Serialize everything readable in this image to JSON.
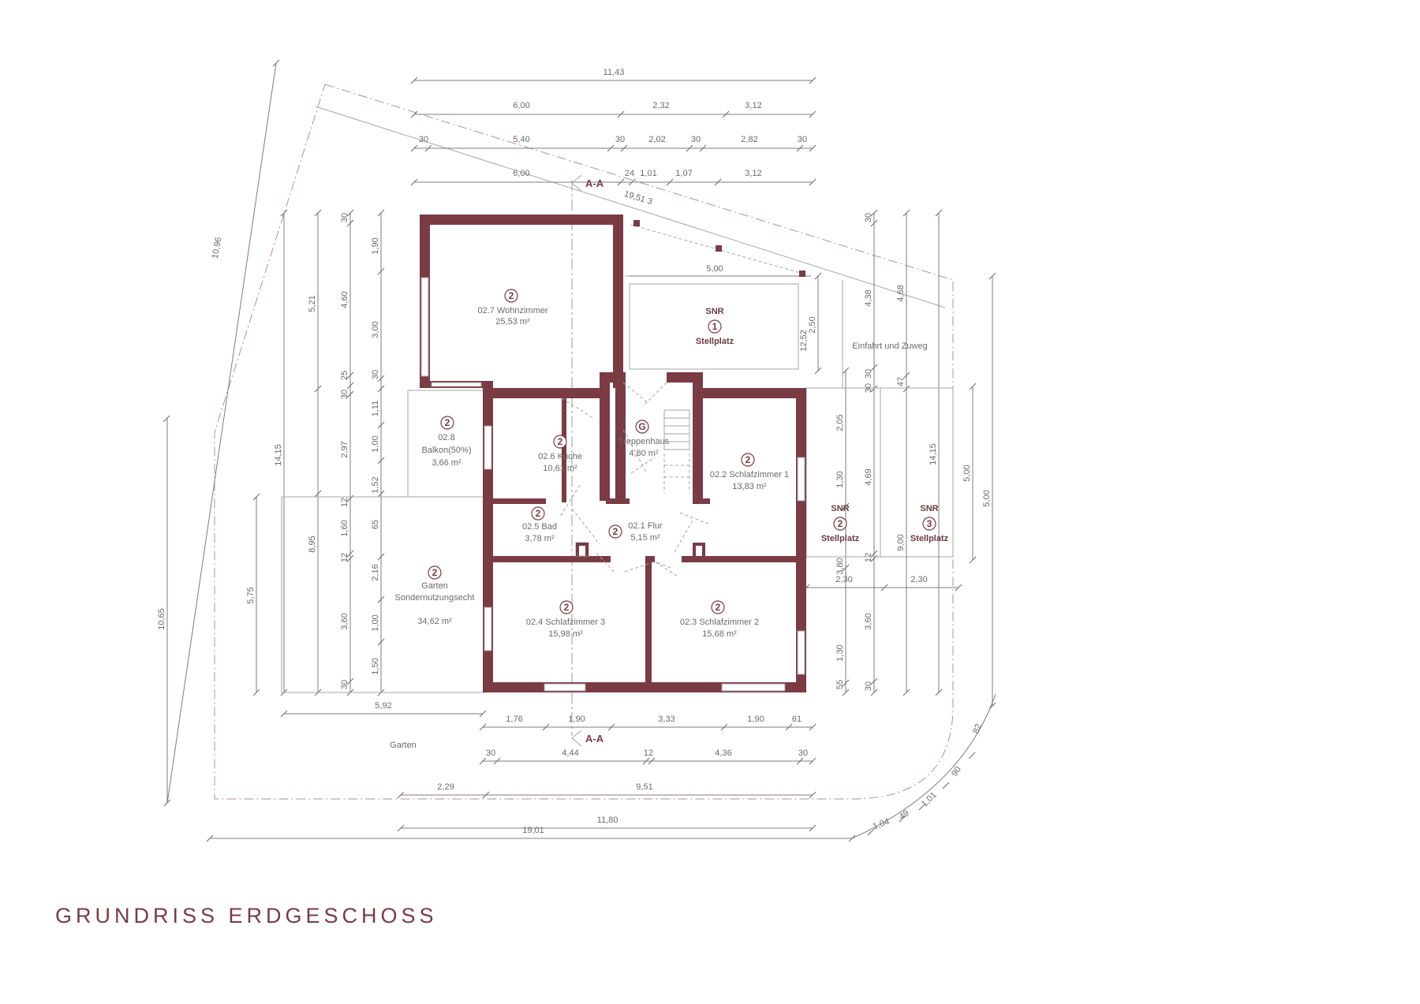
{
  "title": "GRUNDRISS ERDGESCHOSS",
  "colors": {
    "wall": "#7a3b43",
    "accent": "#7a3b43",
    "dimension": "#6a6a6a",
    "boundary": "#b88e94"
  },
  "section_label": "A-A",
  "rooms": {
    "wohnzimmer": {
      "num": "2",
      "name": "02.7 Wohnzimmer",
      "area": "25,53 m²"
    },
    "balkon": {
      "num": "2",
      "name1": "02.8",
      "name2": "Balkon(50%)",
      "area": "3,66 m²"
    },
    "kueche": {
      "num": "2",
      "name": "02.6 Küche",
      "area": "10,61 m²"
    },
    "treppenhaus": {
      "num": "G",
      "name": "Treppenhaus",
      "area": "4,80 m²"
    },
    "schlaf1": {
      "num": "2",
      "name": "02.2 Schlafzimmer 1",
      "area": "13,83 m²"
    },
    "bad": {
      "num": "2",
      "name": "02.5 Bad",
      "area": "3,78 m²"
    },
    "flur": {
      "num": "2",
      "name": "02.1 Flur",
      "area": "5,15 m²"
    },
    "schlaf3": {
      "num": "2",
      "name": "02.4 Schlafzimmer 3",
      "area": "15,98 m²"
    },
    "schlaf2": {
      "num": "2",
      "name": "02.3 Schlafzimmer 2",
      "area": "15,68 m²"
    },
    "garten_snr": {
      "num": "2",
      "name1": "Garten",
      "name2": "Sondernutzungsecht",
      "area": "34,62 m²"
    }
  },
  "parking": {
    "p1": {
      "label": "SNR",
      "num": "1",
      "name": "Stellplatz"
    },
    "p2": {
      "label": "SNR",
      "num": "2",
      "name": "Stellplatz"
    },
    "p3": {
      "label": "SNR",
      "num": "3",
      "name": "Stellplatz"
    }
  },
  "labels": {
    "einfahrt": "Einfahrt und Zuweg",
    "garten": "Garten"
  },
  "dims": {
    "top": [
      "11,43",
      "6,00",
      "2,32",
      "3,12",
      "30",
      "5,40",
      "30",
      "2,02",
      "30",
      "2,82",
      "30",
      "6,00",
      "24",
      "1,01",
      "1,07",
      "3,12",
      "19,51 3"
    ],
    "left": [
      "10,96",
      "5,21",
      "4,60",
      "30",
      "1,90",
      "3,00",
      "30",
      "25",
      "30",
      "1,11",
      "14,15",
      "2,97",
      "1,00",
      "1,52",
      "12",
      "8,95",
      "1,60",
      "65",
      "12",
      "5,75",
      "2,16",
      "3,60",
      "1,00",
      "1,50",
      "30",
      "10,65"
    ],
    "right": [
      "30",
      "4,38",
      "4,68",
      "2,50",
      "30",
      "30",
      "47",
      "2,05",
      "1,30",
      "4,69",
      "14,15",
      "5,00",
      "12,52",
      "3,80",
      "9,00",
      "12",
      "1,30",
      "3,60",
      "55",
      "30",
      "5,00",
      "2,30",
      "2,30"
    ],
    "bottom": [
      "5,92",
      "1,76",
      "1,90",
      "3,33",
      "1,90",
      "61",
      "30",
      "4,44",
      "12",
      "4,36",
      "30",
      "2,29",
      "9,51",
      "11,80",
      "19,01",
      "1,04",
      "49",
      "1,01",
      "90",
      "82"
    ]
  }
}
